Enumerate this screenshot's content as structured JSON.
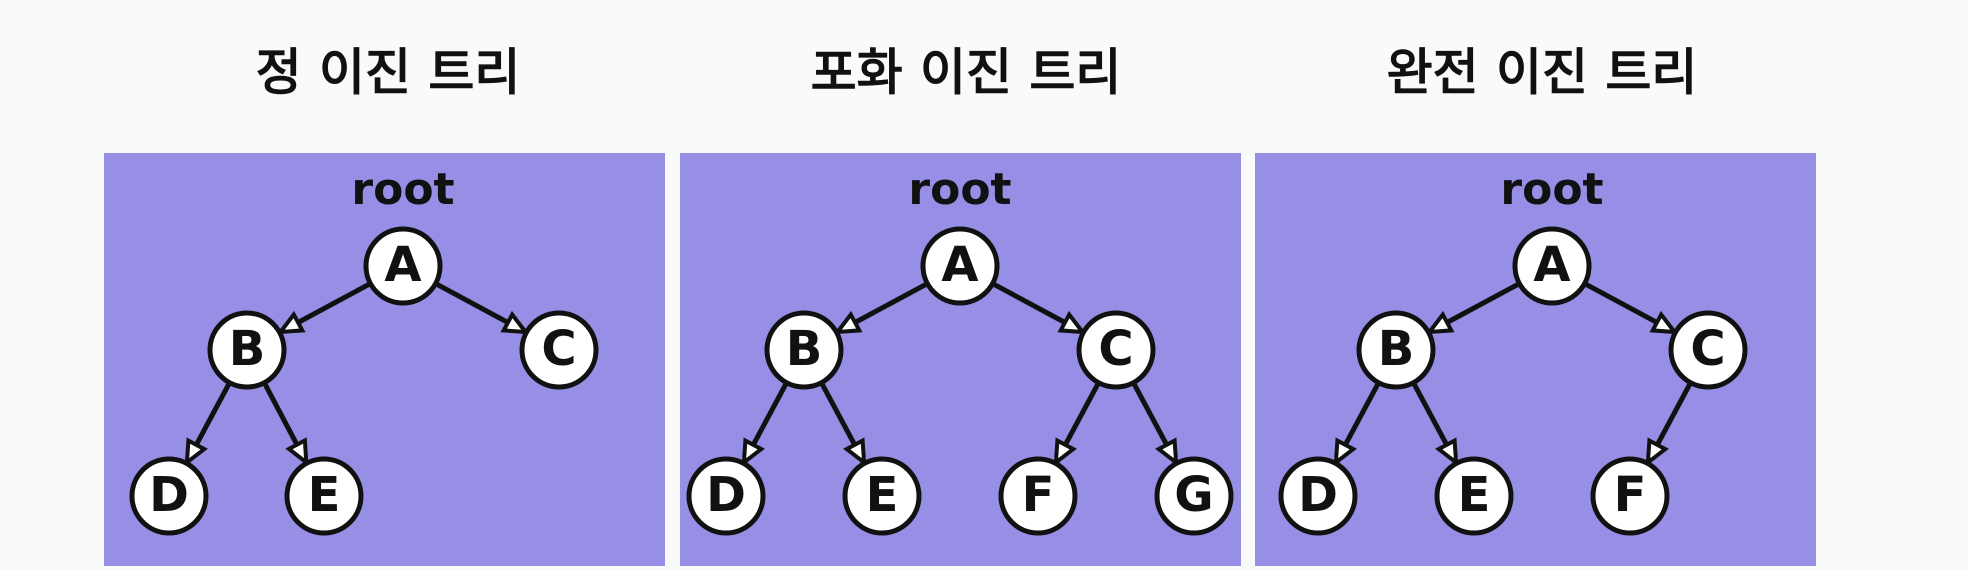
{
  "diagram": {
    "panel_color": "#978fe6",
    "background_color": "#fafafa",
    "node_fill": "#ffffff",
    "stroke_color": "#111111",
    "panels": [
      {
        "title": "정 이진 트리",
        "root_label": "root",
        "nodes": [
          "A",
          "B",
          "C",
          "D",
          "E"
        ],
        "edges": [
          [
            "A",
            "B"
          ],
          [
            "A",
            "C"
          ],
          [
            "B",
            "D"
          ],
          [
            "B",
            "E"
          ]
        ]
      },
      {
        "title": "포화 이진 트리",
        "root_label": "root",
        "nodes": [
          "A",
          "B",
          "C",
          "D",
          "E",
          "F",
          "G"
        ],
        "edges": [
          [
            "A",
            "B"
          ],
          [
            "A",
            "C"
          ],
          [
            "B",
            "D"
          ],
          [
            "B",
            "E"
          ],
          [
            "C",
            "F"
          ],
          [
            "C",
            "G"
          ]
        ]
      },
      {
        "title": "완전 이진 트리",
        "root_label": "root",
        "nodes": [
          "A",
          "B",
          "C",
          "D",
          "E",
          "F"
        ],
        "edges": [
          [
            "A",
            "B"
          ],
          [
            "A",
            "C"
          ],
          [
            "B",
            "D"
          ],
          [
            "B",
            "E"
          ],
          [
            "C",
            "F"
          ]
        ]
      }
    ]
  }
}
